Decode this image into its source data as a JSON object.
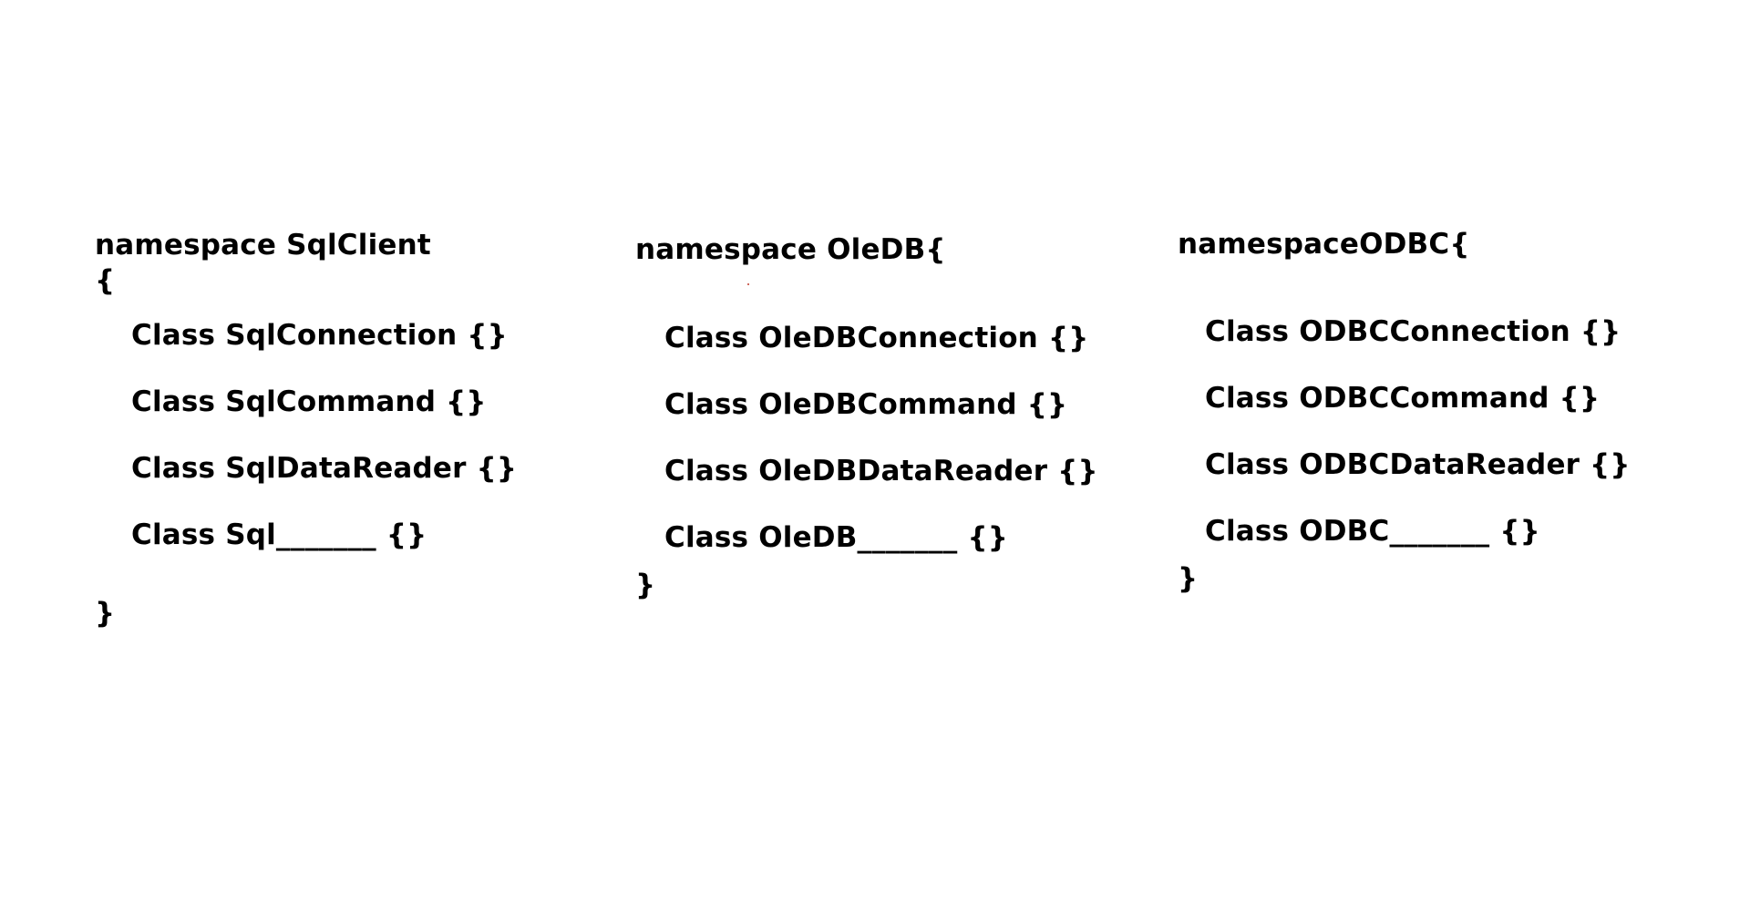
{
  "namespaces": [
    {
      "header": "namespace SqlClient",
      "open_brace": "{",
      "classes": [
        "Class SqlConnection {}",
        "Class SqlCommand {}",
        "Class SqlDataReader {}",
        "Class Sql_______ {}"
      ],
      "close_brace": "}"
    },
    {
      "header": "namespace OleDB{",
      "classes": [
        "Class OleDBConnection {}",
        "Class OleDBCommand {}",
        "Class OleDBDataReader {}",
        "Class OleDB_______ {}"
      ],
      "close_brace": "}"
    },
    {
      "header": "namespaceODBC{",
      "classes": [
        "Class ODBCConnection {}",
        "Class ODBCCommand {}",
        "Class ODBCDataReader {}",
        "Class ODBC_______ {}"
      ],
      "close_brace": "}"
    }
  ],
  "colors": {
    "text": "#000000",
    "background": "#ffffff",
    "stray_dot": "#c0392b"
  }
}
